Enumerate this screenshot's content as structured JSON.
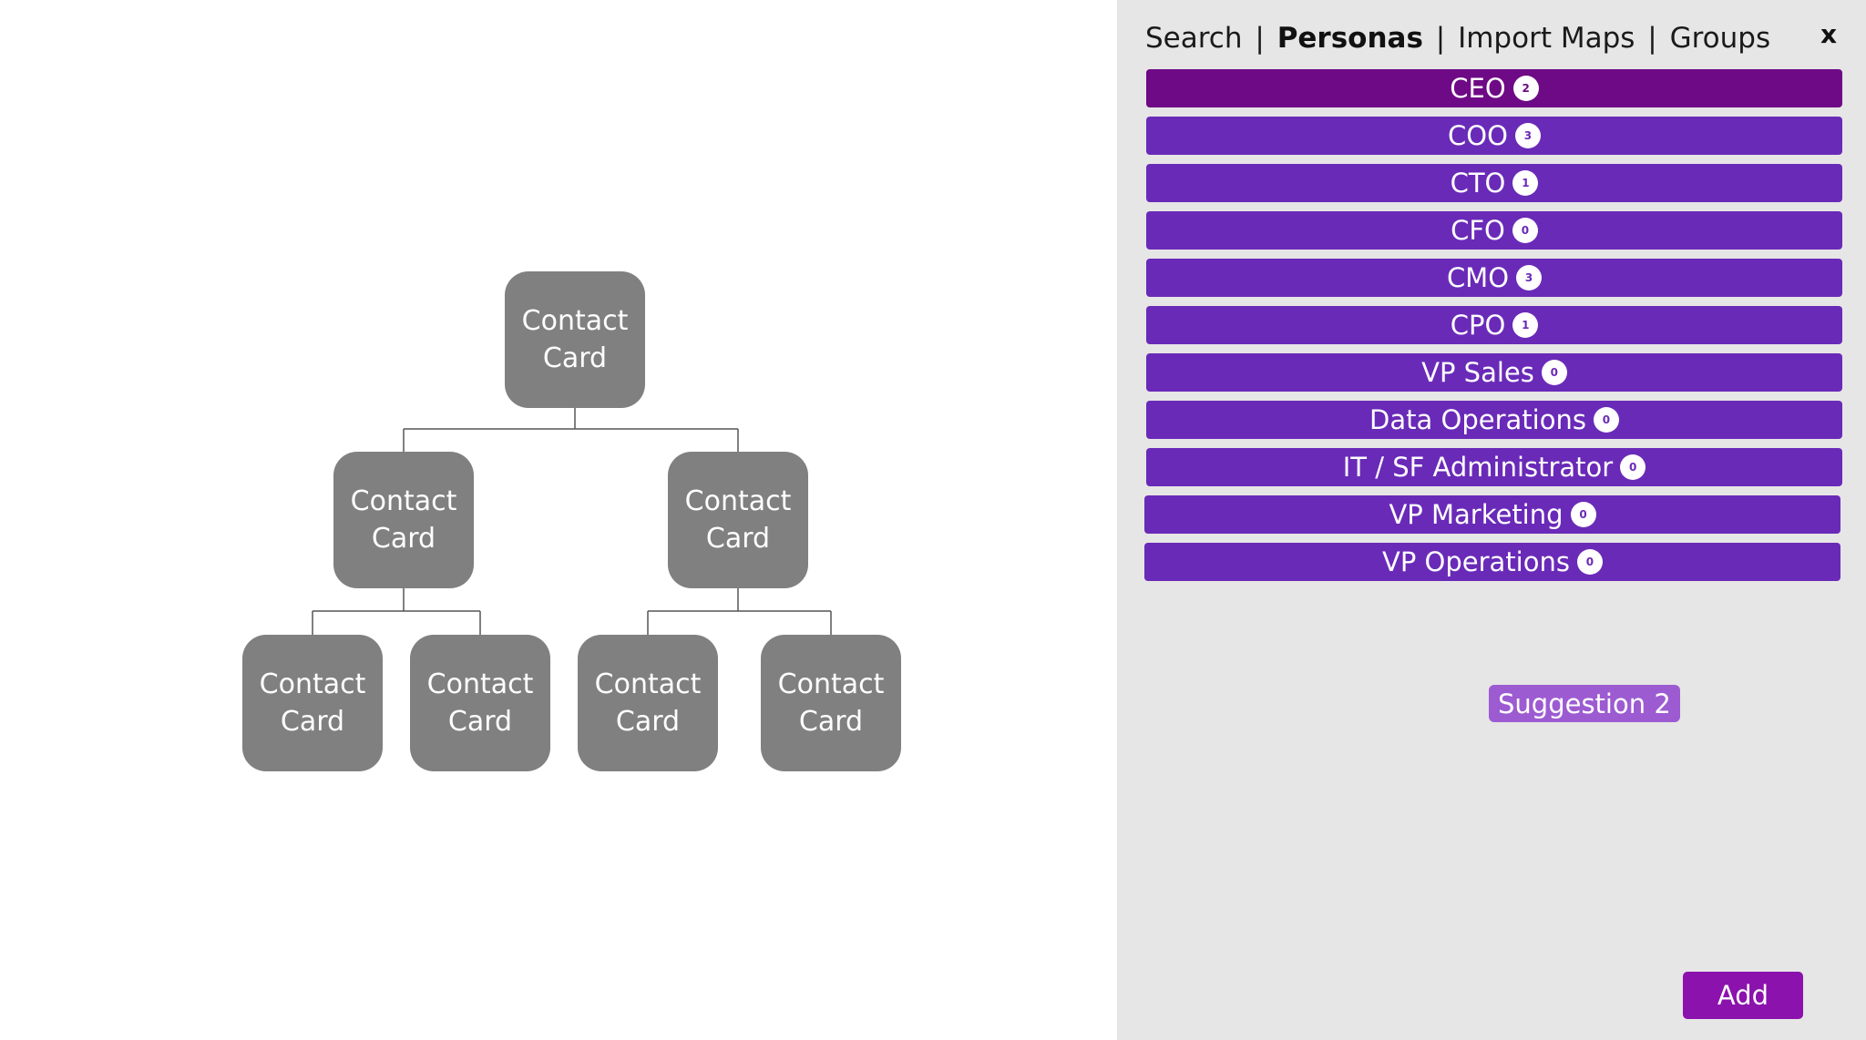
{
  "org_chart": {
    "cards": [
      {
        "line1": "Contact",
        "line2": "Card"
      },
      {
        "line1": "Contact",
        "line2": "Card"
      },
      {
        "line1": "Contact",
        "line2": "Card"
      },
      {
        "line1": "Contact",
        "line2": "Card"
      },
      {
        "line1": "Contact",
        "line2": "Card"
      },
      {
        "line1": "Contact",
        "line2": "Card"
      },
      {
        "line1": "Contact",
        "line2": "Card"
      }
    ]
  },
  "panel": {
    "tabs": [
      {
        "label": "Search",
        "active": false
      },
      {
        "label": "Personas",
        "active": true
      },
      {
        "label": "Import Maps",
        "active": false
      },
      {
        "label": "Groups",
        "active": false
      }
    ],
    "separator": "|",
    "close_label": "x",
    "personas": [
      {
        "label": "CEO",
        "count": "2",
        "selected": true
      },
      {
        "label": "COO",
        "count": "3",
        "selected": false
      },
      {
        "label": "CTO",
        "count": "1",
        "selected": false
      },
      {
        "label": "CFO",
        "count": "0",
        "selected": false
      },
      {
        "label": "CMO",
        "count": "3",
        "selected": false
      },
      {
        "label": "CPO",
        "count": "1",
        "selected": false
      },
      {
        "label": "VP Sales",
        "count": "0",
        "selected": false
      },
      {
        "label": "Data Operations",
        "count": "0",
        "selected": false
      },
      {
        "label": "IT / SF Administrator",
        "count": "0",
        "selected": false
      },
      {
        "label": "VP Marketing",
        "count": "0",
        "selected": false
      },
      {
        "label": "VP Operations",
        "count": "0",
        "selected": false
      }
    ],
    "suggestion_label": "Suggestion 2",
    "add_label": "Add"
  },
  "colors": {
    "card": "#808080",
    "persona": "#6a2ab8",
    "persona_selected": "#6e0a85",
    "suggestion": "#9d5bd2",
    "add_button": "#8b12ad",
    "panel_bg": "#e6e6e6"
  }
}
